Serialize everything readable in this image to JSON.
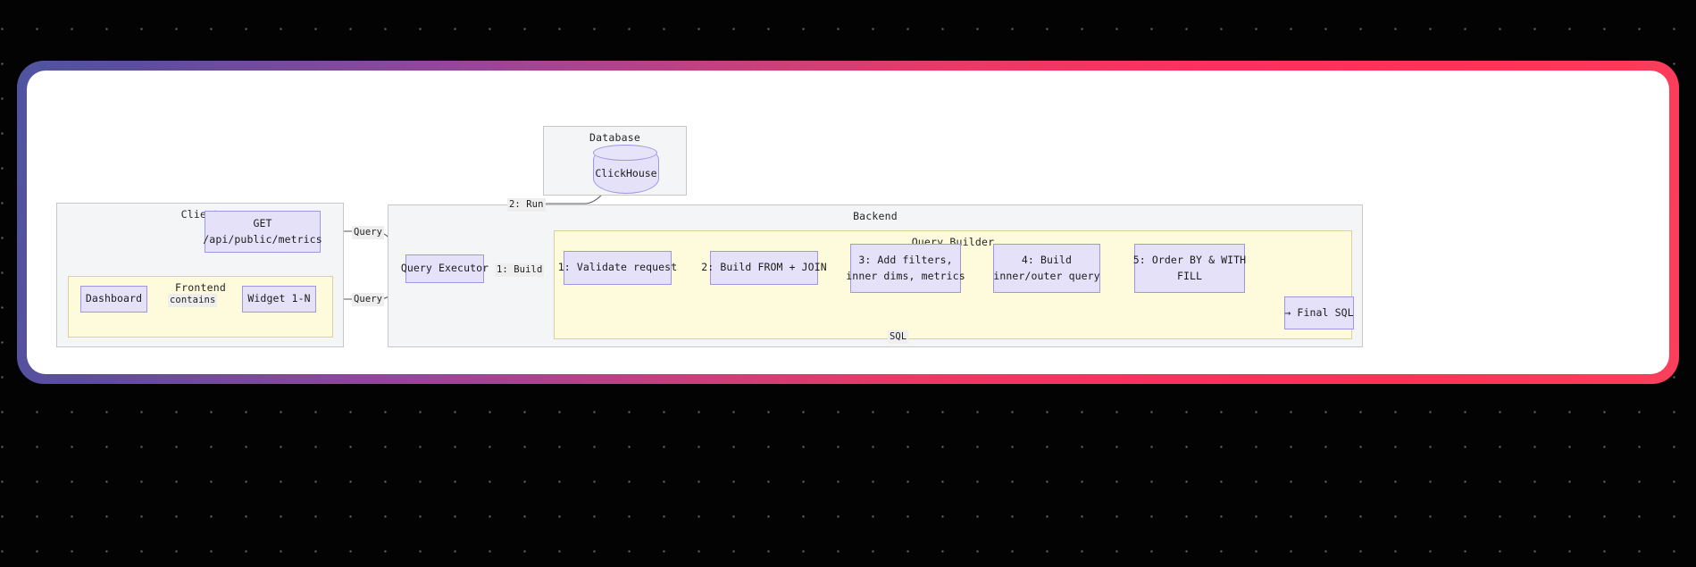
{
  "theme": {
    "backdrop_color": "#030303",
    "dot_color": "#6e6e6e",
    "frame_gradient_start": "#4f55a0",
    "frame_gradient_mid": "#c73f7f",
    "frame_gradient_end": "#fb3f5c",
    "card_color": "#ffffff",
    "node_fill": "#e4e1f8",
    "node_stroke": "#9f97e4",
    "group_fill": "#f4f5f7",
    "group_stroke": "#c8c8c8",
    "subgroup_fill": "#fdfbdc",
    "subgroup_stroke": "#d6d49a",
    "edge_stroke": "#55575c"
  },
  "diagram": {
    "groups": [
      {
        "id": "client",
        "title": "Client"
      },
      {
        "id": "frontend",
        "title": "Frontend"
      },
      {
        "id": "database",
        "title": "Database"
      },
      {
        "id": "backend",
        "title": "Backend"
      },
      {
        "id": "query_builder",
        "title": "Query Builder"
      }
    ],
    "nodes": {
      "get_endpoint": {
        "line1": "GET",
        "line2": "/api/public/metrics"
      },
      "dashboard": {
        "line1": "Dashboard"
      },
      "widget": {
        "line1": "Widget 1-N"
      },
      "clickhouse": {
        "line1": "ClickHouse"
      },
      "query_executor": {
        "line1": "Query Executor"
      },
      "step1": {
        "line1": "1: Validate request"
      },
      "step2": {
        "line1": "2: Build FROM + JOIN"
      },
      "step3": {
        "line1": "3: Add filters,",
        "line2": "inner dims, metrics"
      },
      "step4": {
        "line1": "4: Build",
        "line2": "inner/outer query"
      },
      "step5": {
        "line1": "5: Order BY & WITH",
        "line2": "FILL"
      },
      "final_sql": {
        "line1": "→ Final SQL"
      }
    },
    "edge_labels": {
      "contains": "contains",
      "query_top": "Query",
      "query_bottom": "Query",
      "run": "2: Run",
      "build": "1: Build",
      "sql": "SQL"
    }
  }
}
